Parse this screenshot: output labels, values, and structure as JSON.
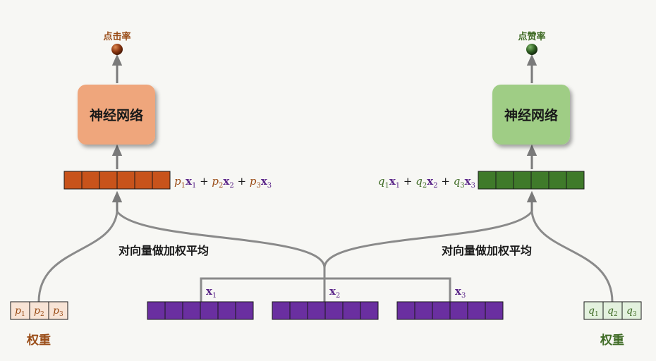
{
  "colors": {
    "orange_box": "#efa67c",
    "orange_cell": "#c8531b",
    "orange_text": "#9a4d18",
    "green_box": "#9fcd85",
    "green_cell": "#3f7a2a",
    "green_text": "#3f6b25",
    "purple_cell": "#6a2fa0",
    "purple_text": "#5a2588",
    "arrow": "#7a7a7a",
    "weight_orange_bg": "#f8e4d6",
    "weight_green_bg": "#e3f1de"
  },
  "left": {
    "output_label": "点击率",
    "network_label": "神经网络",
    "weights_label": "权重",
    "weight_symbol": "p",
    "weighted_sum_label": "对向量做加权平均",
    "formula": [
      {
        "coef": "p",
        "sub": "1",
        "vec": "x",
        "vsub": "1",
        "op": " + "
      },
      {
        "coef": "p",
        "sub": "2",
        "vec": "x",
        "vsub": "2",
        "op": " + "
      },
      {
        "coef": "p",
        "sub": "3",
        "vec": "x",
        "vsub": "3",
        "op": ""
      }
    ],
    "weight_cells": [
      {
        "sym": "p",
        "sub": "1"
      },
      {
        "sym": "p",
        "sub": "2"
      },
      {
        "sym": "p",
        "sub": "3"
      }
    ]
  },
  "right": {
    "output_label": "点赞率",
    "network_label": "神经网络",
    "weights_label": "权重",
    "weighted_sum_label": "对向量做加权平均",
    "formula": [
      {
        "coef": "q",
        "sub": "1",
        "vec": "x",
        "vsub": "1",
        "op": " + "
      },
      {
        "coef": "q",
        "sub": "2",
        "vec": "x",
        "vsub": "2",
        "op": " + "
      },
      {
        "coef": "q",
        "sub": "3",
        "vec": "x",
        "vsub": "3",
        "op": ""
      }
    ],
    "weight_cells": [
      {
        "sym": "q",
        "sub": "1"
      },
      {
        "sym": "q",
        "sub": "2"
      },
      {
        "sym": "q",
        "sub": "3"
      }
    ]
  },
  "vectors": [
    {
      "name": "x",
      "sub": "1"
    },
    {
      "name": "x",
      "sub": "2"
    },
    {
      "name": "x",
      "sub": "3"
    }
  ]
}
